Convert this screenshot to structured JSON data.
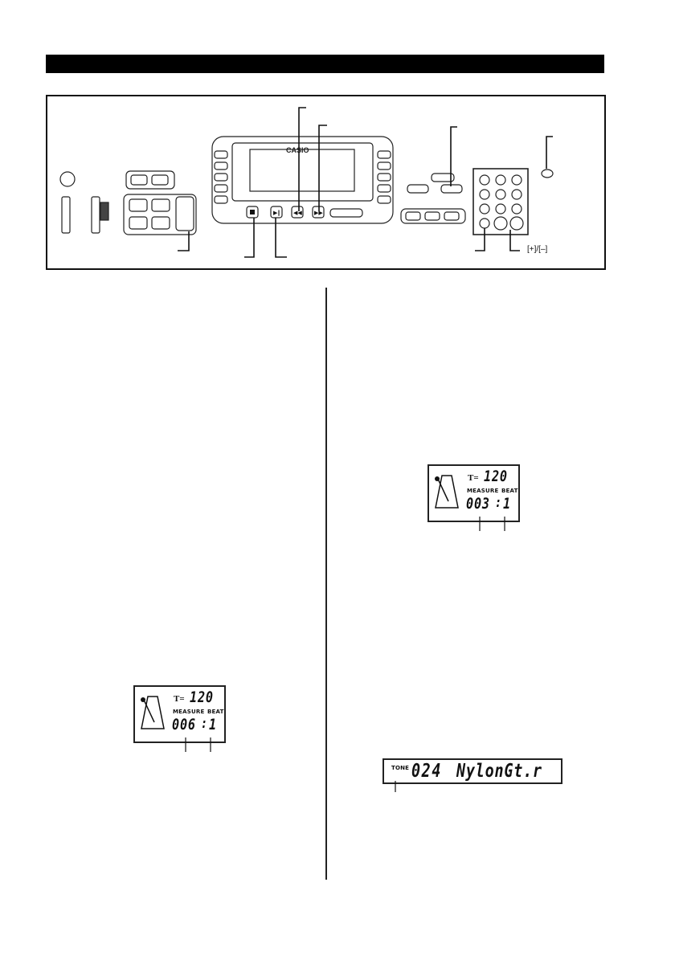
{
  "panel": {
    "brand": "CASIO",
    "plus_minus_label": "[+]/[–]"
  },
  "display_left": {
    "tempo_prefix": "T=",
    "tempo_value": "120",
    "measure_label": "MEASURE",
    "beat_label": "BEAT",
    "measure_value": "006",
    "separator": ":",
    "beat_value": "1"
  },
  "display_right": {
    "tempo_prefix": "T=",
    "tempo_value": "120",
    "measure_label": "MEASURE",
    "beat_label": "BEAT",
    "measure_value": "003",
    "separator": ":",
    "beat_value": "1"
  },
  "display_tone": {
    "tone_label": "TONE",
    "tone_number": "024",
    "tone_name": "NylonGt.r"
  }
}
